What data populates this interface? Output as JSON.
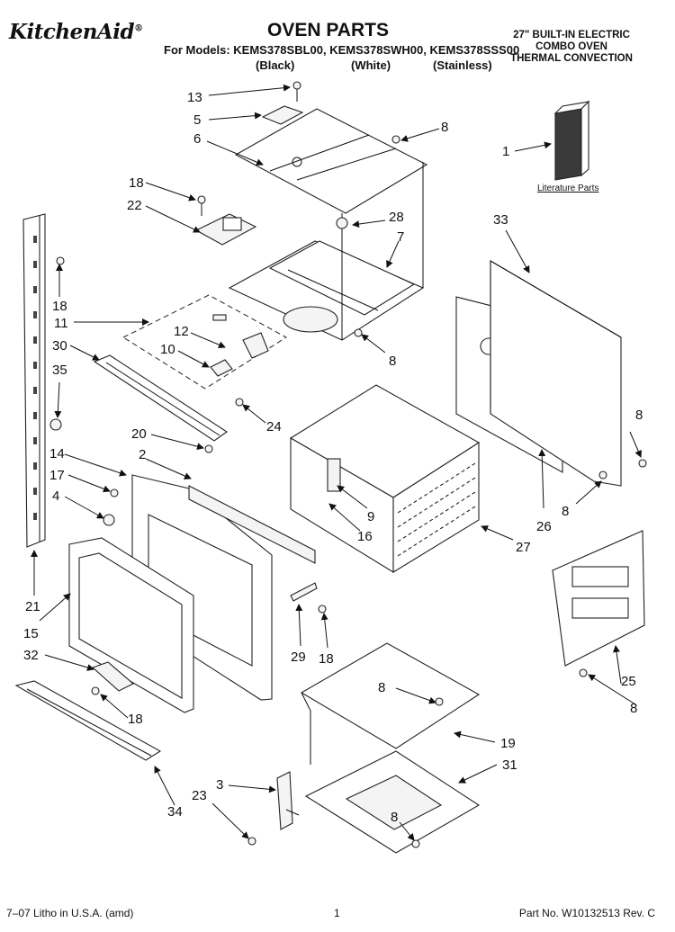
{
  "header": {
    "brand": "KitchenAid",
    "brand_mark": "®",
    "title": "OVEN PARTS",
    "models_line": "For Models: KEMS378SBL00, KEMS378SWH00, KEMS378SSS00",
    "variants": [
      "(Black)",
      "(White)",
      "(Stainless)"
    ],
    "spec_lines": [
      "27\" BUILT-IN ELECTRIC",
      "COMBO OVEN",
      "THERMAL CONVECTION"
    ]
  },
  "literature_label": "Literature Parts",
  "callouts": {
    "c13": "13",
    "c5": "5",
    "c6": "6",
    "c8a": "8",
    "c1": "1",
    "c18a": "18",
    "c22": "22",
    "c28": "28",
    "c7": "7",
    "c33": "33",
    "c18b": "18",
    "c11": "11",
    "c12": "12",
    "c10": "10",
    "c30": "30",
    "c8b": "8",
    "c35": "35",
    "c24": "24",
    "c20": "20",
    "c2": "2",
    "c14": "14",
    "c17": "17",
    "c4": "4",
    "c9": "9",
    "c16": "16",
    "c8c": "8",
    "c26": "26",
    "c8d": "8",
    "c27": "27",
    "c21": "21",
    "c15": "15",
    "c32": "32",
    "c29": "29",
    "c18c": "18",
    "c25": "25",
    "c18d": "18",
    "c8e": "8",
    "c19": "19",
    "c8f": "8",
    "c31": "31",
    "c3": "3",
    "c23": "23",
    "c34": "34",
    "c8g": "8"
  },
  "footer": {
    "left": "7–07 Litho in U.S.A. (amd)",
    "page": "1",
    "right": "Part No. W10132513 Rev. C"
  }
}
